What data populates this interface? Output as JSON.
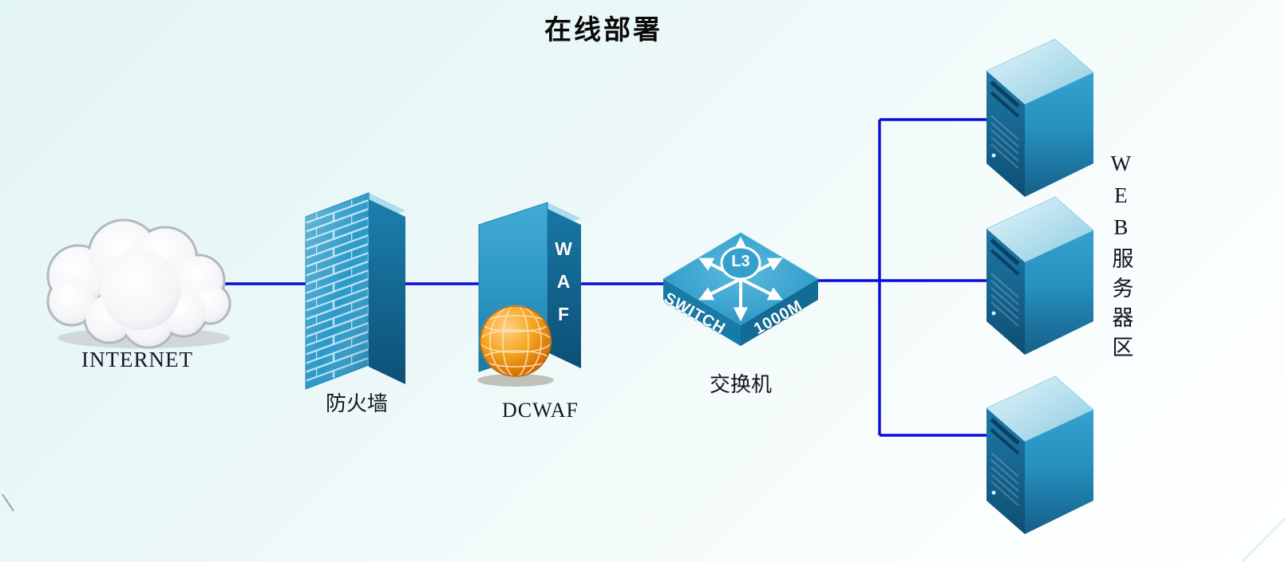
{
  "title": "在线部署",
  "diagram": {
    "internet": {
      "label": "INTERNET"
    },
    "firewall": {
      "label": "防火墙"
    },
    "waf": {
      "label": "DCWAF",
      "device_text": "WAF"
    },
    "switch": {
      "label": "交换机",
      "face_text_left": "SWITCH",
      "face_text_right": "1000M",
      "badge": "L3"
    },
    "web_servers": {
      "label": "WEB服务器区",
      "count": 3
    }
  },
  "colors": {
    "link_line": "#0b0bdb",
    "device_blue": "#2f9dcb",
    "brick_blue": "#2a99c9",
    "globe_orange": "#f5a61f",
    "background_tint": "#e3f4f4"
  }
}
